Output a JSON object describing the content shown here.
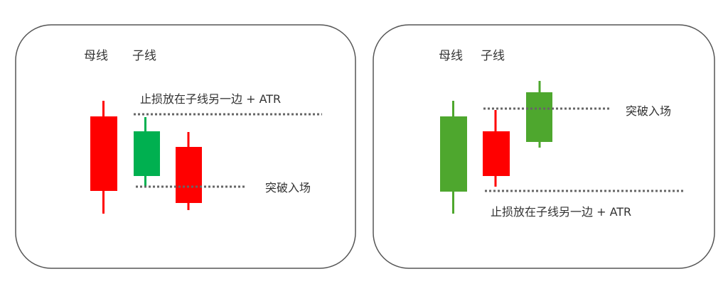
{
  "colors": {
    "red": "#ff0000",
    "green_left": "#00b050",
    "green_right": "#4ea72e",
    "dotted": "#666666",
    "border": "#555555"
  },
  "left_panel": {
    "mother_label": "母线",
    "child_label": "子线",
    "stop_label": "止损放在子线另一边 + ATR",
    "entry_label": "突破入场"
  },
  "right_panel": {
    "mother_label": "母线",
    "child_label": "子线",
    "stop_label": "止损放在子线另一边 + ATR",
    "entry_label": "突破入场"
  }
}
